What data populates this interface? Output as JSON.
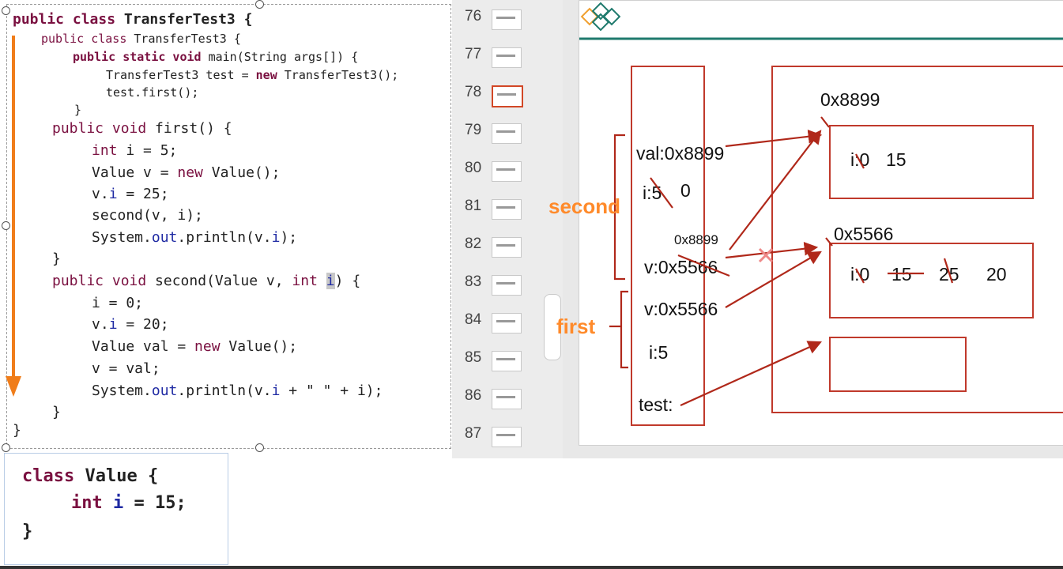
{
  "code": {
    "line_outer_class": "public class TransferTest3 {",
    "lines": [
      [
        {
          "t": "public class ",
          "k": "kw"
        },
        {
          "t": "TransferTest3 {",
          "k": ""
        }
      ],
      [
        {
          "t": "public static void ",
          "k": "kw"
        },
        {
          "t": "main(String ",
          "k": ""
        },
        {
          "t": "args",
          "k": ""
        },
        {
          "t": "[]) {",
          "k": ""
        }
      ],
      [
        {
          "t": "TransferTest3 test = ",
          "k": ""
        },
        {
          "t": "new ",
          "k": "kw"
        },
        {
          "t": "TransferTest3();",
          "k": ""
        }
      ],
      [
        {
          "t": "test.first();",
          "k": ""
        }
      ],
      [
        {
          "t": "}",
          "k": ""
        }
      ],
      [
        {
          "t": "public void ",
          "k": "kw"
        },
        {
          "t": "first() {",
          "k": ""
        }
      ],
      [
        {
          "t": "int ",
          "k": "kw"
        },
        {
          "t": "i = 5;",
          "k": ""
        }
      ],
      [
        {
          "t": "Value v = ",
          "k": ""
        },
        {
          "t": "new ",
          "k": "kw"
        },
        {
          "t": "Value();",
          "k": ""
        }
      ],
      [
        {
          "t": "v.",
          "k": ""
        },
        {
          "t": "i",
          "k": "fld"
        },
        {
          "t": " = 25;",
          "k": ""
        }
      ],
      [
        {
          "t": "second(v, i);",
          "k": ""
        }
      ],
      [
        {
          "t": "System.",
          "k": ""
        },
        {
          "t": "out",
          "k": "fld"
        },
        {
          "t": ".println(v.",
          "k": ""
        },
        {
          "t": "i",
          "k": "fld"
        },
        {
          "t": ");",
          "k": ""
        }
      ],
      [
        {
          "t": "}",
          "k": ""
        }
      ],
      [
        {
          "t": "public void ",
          "k": "kw"
        },
        {
          "t": "second(Value v, ",
          "k": ""
        },
        {
          "t": "int ",
          "k": "kw"
        },
        {
          "t": "i",
          "k": "hl"
        },
        {
          "t": ") {",
          "k": ""
        }
      ],
      [
        {
          "t": "i = 0;",
          "k": ""
        }
      ],
      [
        {
          "t": "v.",
          "k": ""
        },
        {
          "t": "i",
          "k": "fld"
        },
        {
          "t": " = 20;",
          "k": ""
        }
      ],
      [
        {
          "t": "Value val = ",
          "k": ""
        },
        {
          "t": "new ",
          "k": "kw"
        },
        {
          "t": "Value();",
          "k": ""
        }
      ],
      [
        {
          "t": "v = val;",
          "k": ""
        }
      ],
      [
        {
          "t": "System.",
          "k": ""
        },
        {
          "t": "out",
          "k": "fld"
        },
        {
          "t": ".println(v.",
          "k": ""
        },
        {
          "t": "i",
          "k": "fld"
        },
        {
          "t": " + \" \" + i);",
          "k": ""
        }
      ],
      [
        {
          "t": "}",
          "k": ""
        }
      ],
      [
        {
          "t": "}",
          "k": ""
        }
      ]
    ],
    "value_class_lines": [
      [
        {
          "t": "class ",
          "k": "kw"
        },
        {
          "t": "Value {",
          "k": ""
        }
      ],
      [
        {
          "t": "int ",
          "k": "kw"
        },
        {
          "t": "i",
          "k": "fld"
        },
        {
          "t": " = 15;",
          "k": ""
        }
      ],
      [
        {
          "t": "}",
          "k": ""
        }
      ]
    ]
  },
  "thumbnails": {
    "numbers": [
      "76",
      "77",
      "78",
      "79",
      "80",
      "81",
      "82",
      "83",
      "84",
      "85",
      "86",
      "87"
    ],
    "selected": "78"
  },
  "slide": {
    "stack": {
      "val": "val:0x8899",
      "i_second": "i:5",
      "i_second_new": "0",
      "v_annot": "0x8899",
      "v_second": "v:0x5566",
      "v_first": "v:0x5566",
      "i_first": "i:5",
      "test": "test:"
    },
    "heap": {
      "addr_top": "0x8899",
      "obj_top_field": "i:0",
      "obj_top_value": "15",
      "addr_mid": "0x5566",
      "obj_mid_field": "i:0",
      "obj_mid_values": [
        "15",
        "25",
        "20"
      ]
    },
    "labels": {
      "second": "second",
      "first": "first"
    }
  },
  "colors": {
    "keyword": "#7a1040",
    "field": "#1f2aa3",
    "frame": "#c0392b",
    "accent_orange": "#ff8a2a",
    "logo_teal": "#1f7a6d",
    "logo_orange": "#f0a030"
  }
}
